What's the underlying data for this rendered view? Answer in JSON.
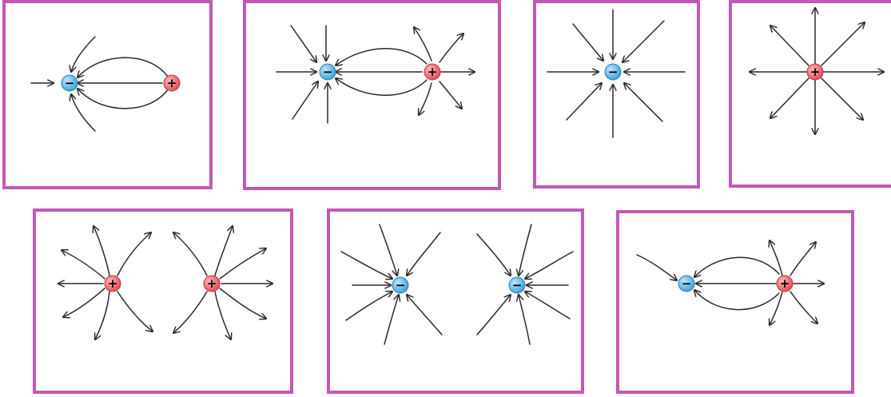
{
  "charges": {
    "positive": {
      "symbol": "+",
      "color": "#e8505b",
      "highlight": "#ffb7bb"
    },
    "negative": {
      "symbol": "−",
      "color": "#3fa4dc",
      "highlight": "#bfe6fb"
    }
  },
  "frame_color": "#c457b4",
  "panels": [
    {
      "id": "p1",
      "description_pairs": [
        "negative",
        "positive"
      ]
    },
    {
      "id": "p2",
      "description_pairs": [
        "negative",
        "positive"
      ]
    },
    {
      "id": "p3",
      "description_pairs": [
        "negative"
      ]
    },
    {
      "id": "p4",
      "description_pairs": [
        "positive"
      ]
    },
    {
      "id": "p5",
      "description_pairs": [
        "positive",
        "positive"
      ]
    },
    {
      "id": "p6",
      "description_pairs": [
        "negative",
        "negative"
      ]
    },
    {
      "id": "p7",
      "description_pairs": [
        "negative",
        "positive"
      ]
    }
  ]
}
